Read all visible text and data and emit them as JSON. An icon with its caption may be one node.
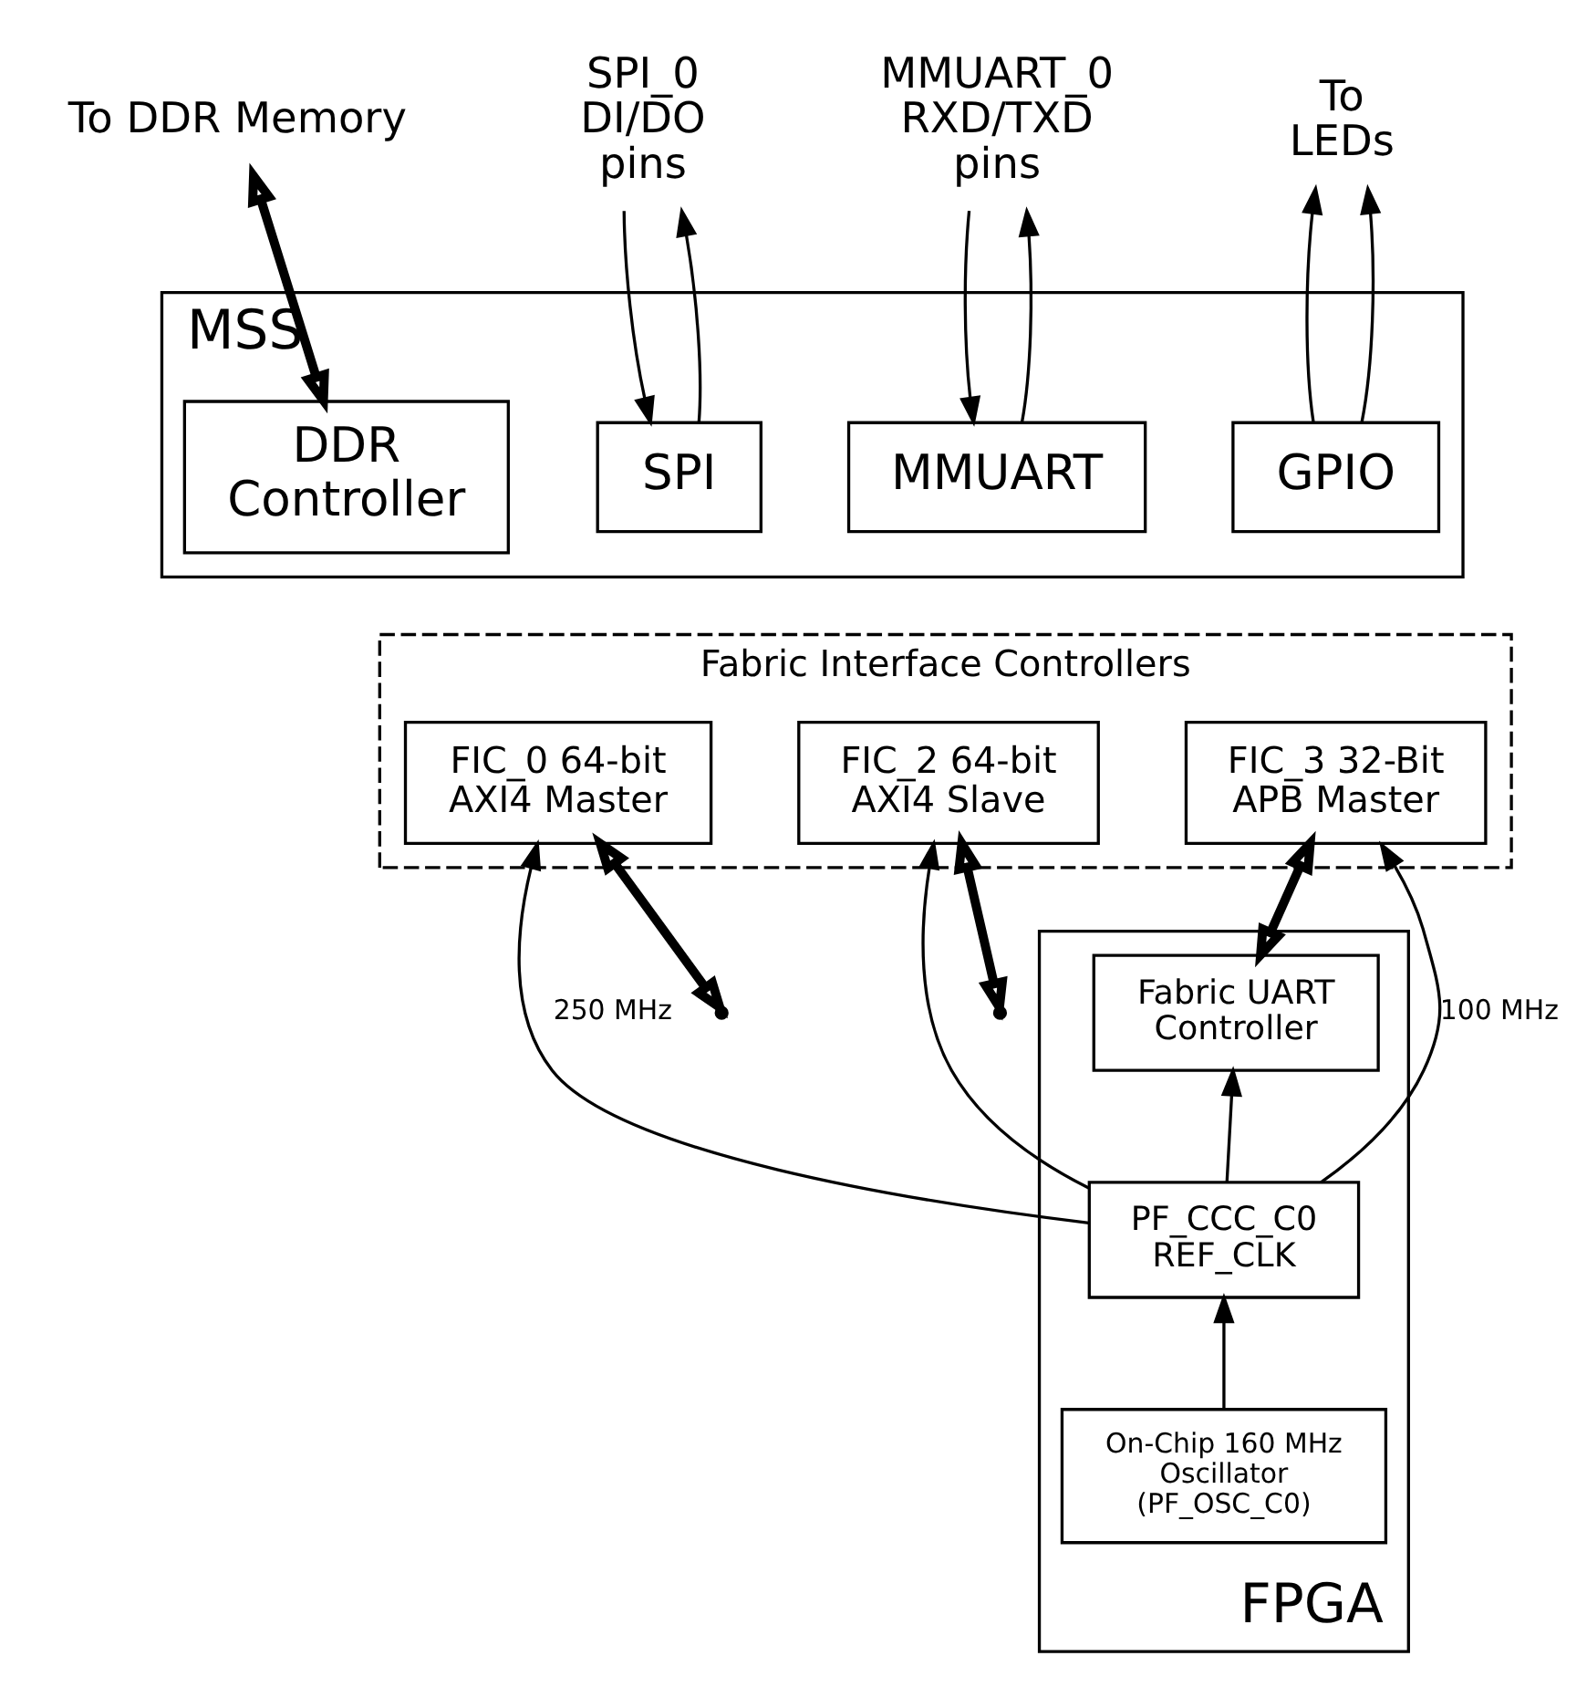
{
  "diagram": {
    "nodes": [
      {
        "text": [
          "MSS"
        ]
      },
      {
        "text": [
          "To DDR Memory"
        ]
      },
      {
        "text": [
          "SPI_0 DI/DO pins"
        ]
      },
      {
        "text": [
          "MMUART_0 RXD/TXD pins"
        ]
      },
      {
        "text": [
          "To LEDs"
        ]
      },
      {
        "text": [
          "DDR Controller"
        ],
        "in": 0
      },
      {
        "text": [
          "SPI"
        ],
        "in": 0
      },
      {
        "text": [
          "MMUART"
        ],
        "in": 0
      },
      {
        "text": [
          "GPIO"
        ],
        "in": 0
      },
      {
        "text": [
          "Fabric Interface Controllers"
        ]
      },
      {
        "text": [
          "FIC_0 64-bit AXI4 Master"
        ],
        "in": 9
      },
      {
        "text": [
          "FIC_2 64-bit AXI4 Slave"
        ],
        "in": 9
      },
      {
        "text": [
          "FIC_3 32-Bit APB Master"
        ],
        "in": 9
      },
      {
        "text": [
          "FPGA"
        ]
      },
      {
        "text": [
          "Fabric UART Controller"
        ],
        "in": 13
      },
      {
        "text": [
          "PF_CCC_C0",
          "REF_CLK"
        ],
        "in": 13
      },
      {
        "text": [
          "On-Chip 160 MHz Oscillator (PF_OSC_C0)"
        ],
        "in": 13
      }
    ],
    "edges": [
      {
        "from": 5,
        "to": 1,
        "arrow": "both",
        "style": "thick"
      },
      {
        "from": 2,
        "to": 6,
        "arrow": "to"
      },
      {
        "from": 6,
        "to": 2,
        "arrow": "to"
      },
      {
        "from": 3,
        "to": 7,
        "arrow": "to"
      },
      {
        "from": 7,
        "to": 3,
        "arrow": "to"
      },
      {
        "from": 8,
        "to": 4,
        "arrow": "to"
      },
      {
        "from": 8,
        "to": 4,
        "arrow": "to"
      },
      {
        "from": 10,
        "to": null,
        "arrow": "both",
        "style": "thick"
      },
      {
        "from": 11,
        "to": null,
        "arrow": "both",
        "style": "thick"
      },
      {
        "from": 12,
        "to": 14,
        "arrow": "both",
        "style": "thick"
      },
      {
        "from": 15,
        "to": 10,
        "arrow": "to",
        "label": "250 MHz"
      },
      {
        "from": 15,
        "to": 11,
        "arrow": "to"
      },
      {
        "from": 15,
        "to": 12,
        "arrow": "to",
        "label": "100 MHz"
      },
      {
        "from": 15,
        "to": 14,
        "arrow": "to"
      },
      {
        "from": 16,
        "to": 15,
        "arrow": "to"
      }
    ]
  }
}
